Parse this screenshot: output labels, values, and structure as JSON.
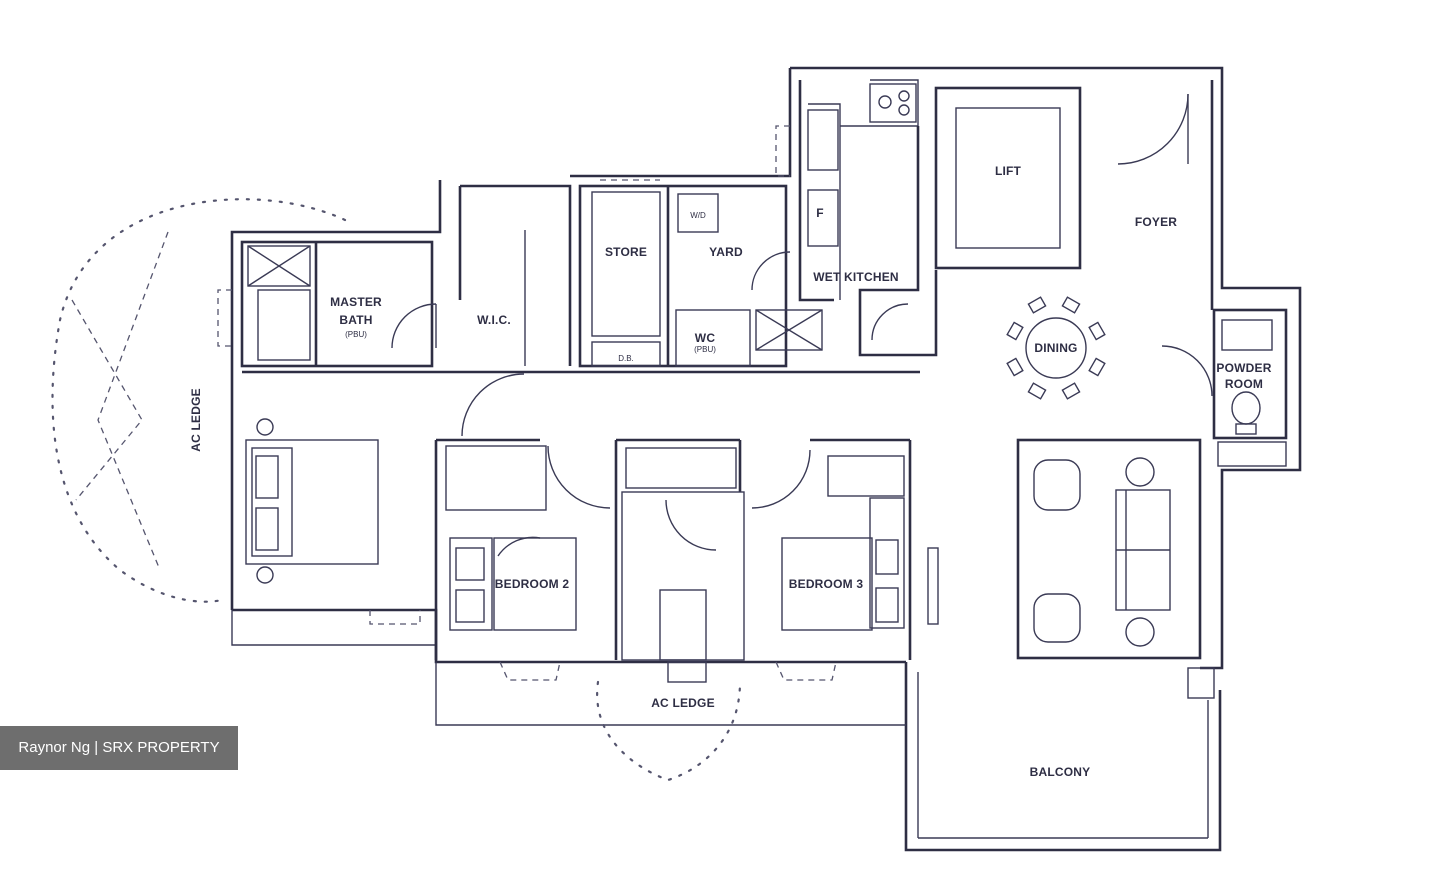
{
  "rooms": {
    "lift": "LIFT",
    "foyer": "FOYER",
    "wet_kitchen": "WET KITCHEN",
    "store": "STORE",
    "yard": "YARD",
    "wd": "W/D",
    "db": "D.B.",
    "wc": "WC",
    "wc_sub": "(PBU)",
    "master_bath": "MASTER",
    "master_bath_2": "BATH",
    "master_bath_sub": "(PBU)",
    "wic": "W.I.C.",
    "dining": "DINING",
    "powder_room": "POWDER",
    "powder_room_2": "ROOM",
    "ac_ledge_left": "AC LEDGE",
    "ac_ledge_bottom": "AC LEDGE",
    "bedroom2": "BEDROOM 2",
    "bedroom3": "BEDROOM 3",
    "balcony": "BALCONY",
    "fridge": "F"
  },
  "watermark": "Raynor Ng | SRX PROPERTY"
}
